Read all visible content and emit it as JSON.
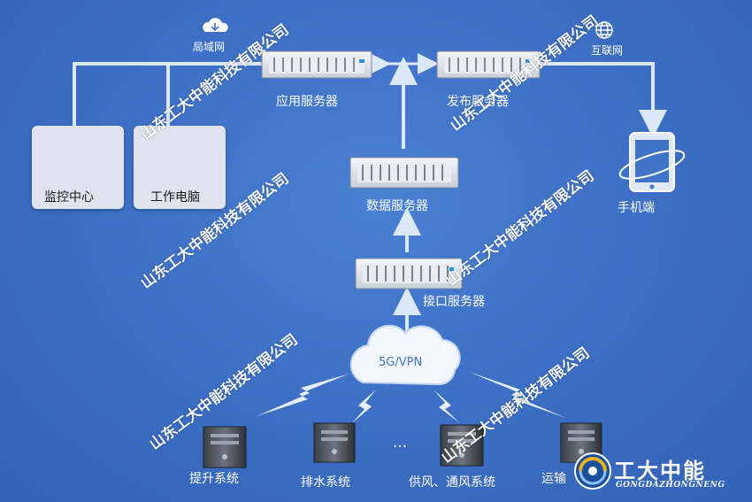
{
  "nodes": {
    "lan": "局域网",
    "internet": "互联网",
    "app_server": "应用服务器",
    "publish_server": "发布服务器",
    "monitor_center": "监控中心",
    "work_pc": "工作电脑",
    "data_server": "数据服务器",
    "mobile": "手机端",
    "interface_server": "接口服务器",
    "cloud": "5G/VPN",
    "ellipsis": "…"
  },
  "systems": [
    {
      "label": "提升系统"
    },
    {
      "label": "排水系统"
    },
    {
      "label": "供风、通风系统"
    },
    {
      "label": "运输"
    }
  ],
  "watermark": "山东工大中能科技有限公司",
  "logo": {
    "cn": "工大中能",
    "en": "GONGDAZHONGNENG"
  },
  "colors": {
    "background": "#3f73c8",
    "line": "#cfe0f5",
    "card": "#dde4ee"
  }
}
